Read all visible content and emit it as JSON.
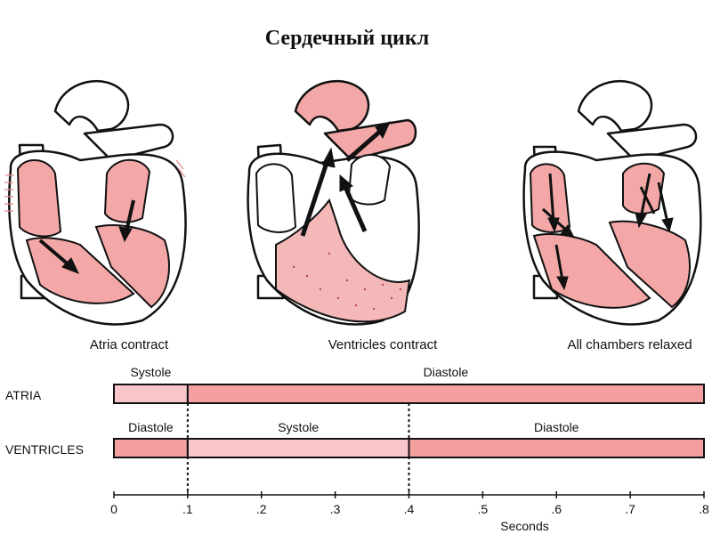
{
  "title": "Сердечный цикл",
  "panels": [
    {
      "caption": "Atria contract"
    },
    {
      "caption": "Ventricles contract"
    },
    {
      "caption": "All chambers relaxed"
    }
  ],
  "colors": {
    "chamber_fill": "#f4a7a7",
    "bar_diastole": "#f4a0a0",
    "bar_systole": "#f9c6cc",
    "outline": "#111111"
  },
  "chart_data": {
    "type": "timeline",
    "xlabel": "Seconds",
    "xlim": [
      0,
      0.8
    ],
    "ticks": [
      {
        "value": 0,
        "label": "0"
      },
      {
        "value": 0.1,
        "label": ".1"
      },
      {
        "value": 0.2,
        "label": ".2"
      },
      {
        "value": 0.3,
        "label": ".3"
      },
      {
        "value": 0.4,
        "label": ".4"
      },
      {
        "value": 0.5,
        "label": ".5"
      },
      {
        "value": 0.6,
        "label": ".6"
      },
      {
        "value": 0.7,
        "label": ".7"
      },
      {
        "value": 0.8,
        "label": ".8"
      }
    ],
    "rows": [
      {
        "label": "ATRIA",
        "phases": [
          {
            "name": "Systole",
            "start": 0,
            "end": 0.1
          },
          {
            "name": "Diastole",
            "start": 0.1,
            "end": 0.8
          }
        ]
      },
      {
        "label": "VENTRICLES",
        "phases": [
          {
            "name": "Diastole",
            "start": 0,
            "end": 0.1
          },
          {
            "name": "Systole",
            "start": 0.1,
            "end": 0.4
          },
          {
            "name": "Diastole",
            "start": 0.4,
            "end": 0.8
          }
        ]
      }
    ],
    "markers": [
      0.1,
      0.4
    ]
  }
}
